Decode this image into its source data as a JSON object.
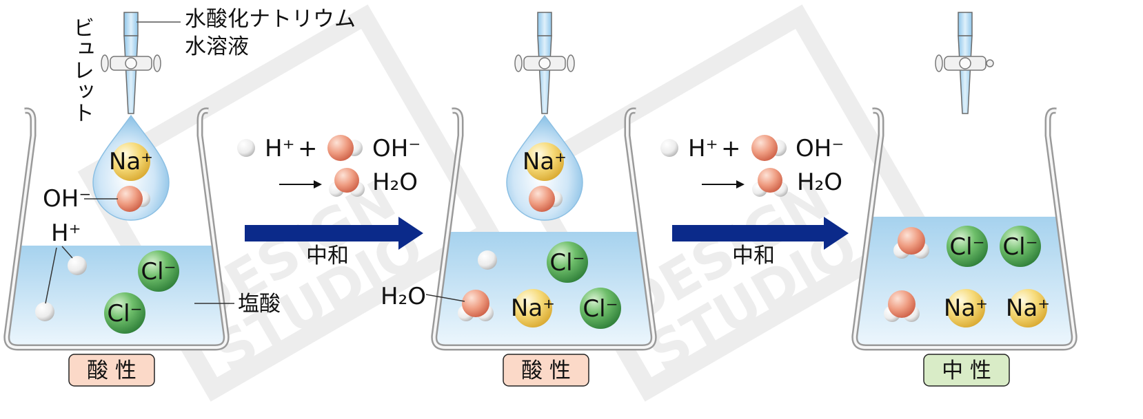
{
  "labels": {
    "burette": "ビュレット",
    "naoh_line1": "水酸化ナトリウム",
    "naoh_line2": "水溶液",
    "hcl": "塩酸",
    "oh_minus": "OH⁻",
    "h_plus": "H⁺",
    "h2o": "H₂O"
  },
  "ions": {
    "na": "Na⁺",
    "cl": "Cl⁻"
  },
  "reaction": {
    "h_plus": "H⁺",
    "plus": "+",
    "oh_minus": "OH⁻",
    "product": "H₂O"
  },
  "arrows": [
    {
      "label": "中和"
    },
    {
      "label": "中和"
    }
  ],
  "stages": [
    {
      "badge": "酸 性",
      "badge_color": "#fbd9c8"
    },
    {
      "badge": "酸 性",
      "badge_color": "#fbd9c8"
    },
    {
      "badge": "中 性",
      "badge_color": "#d9ecc7"
    }
  ],
  "watermark": "DESIGN STUDIO",
  "colors": {
    "arrow": "#0b2a8a",
    "liquid_top": "#a6d2ee",
    "cl_ion": "#3f9c4a",
    "na_ion": "#f0cc55",
    "oxygen": "#e8836a"
  }
}
